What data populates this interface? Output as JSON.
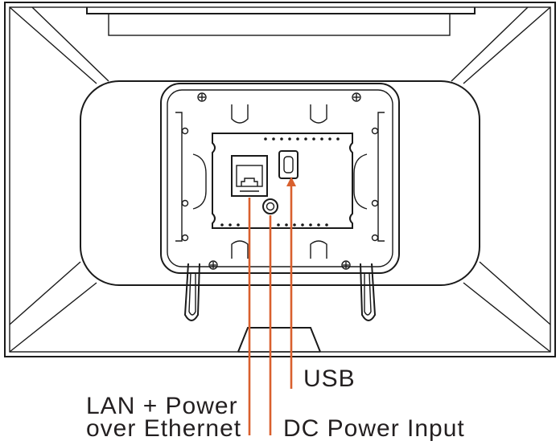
{
  "labels": {
    "usb": "USB",
    "lan_line1": "LAN + Power",
    "lan_line2": "over Ethernet",
    "dc": "DC Power Input"
  },
  "colors": {
    "outline": "#1a1a1a",
    "leader": "#d9602e",
    "text": "#231f20",
    "background": "#ffffff"
  }
}
